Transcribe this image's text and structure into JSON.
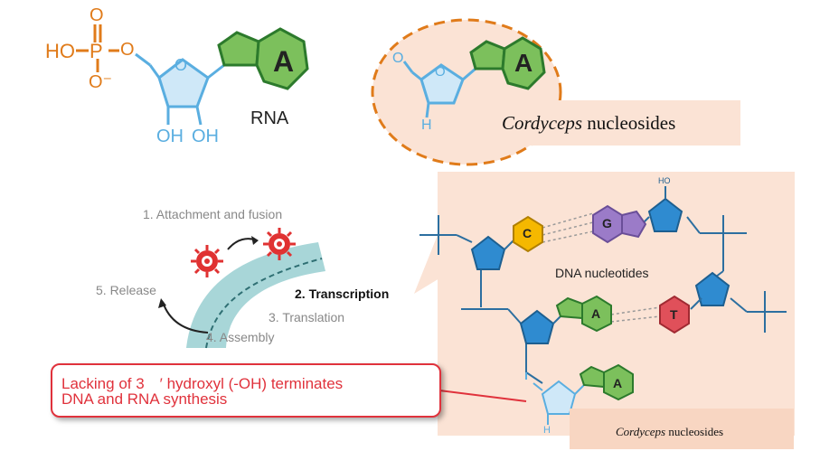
{
  "rna_molecule": {
    "phosphate_ho": "HO",
    "phosphate_p": "P",
    "phosphate_o_top": "O",
    "phosphate_o_bottom": "O⁻",
    "ring_o": "O",
    "base_letter": "A",
    "hydroxyl_left": "OH",
    "hydroxyl_right": "OH",
    "label": "RNA"
  },
  "cordycepin_top": {
    "ring_o": "O",
    "hydrogen": "H",
    "base_letter": "A",
    "label_italic": "Cordyceps",
    "label_rest": " nucleosides"
  },
  "replication_cycle": {
    "step1": "1. Attachment and fusion",
    "step2": "2. Transcription",
    "step3": "3. Translation",
    "step4": "4. Assembly",
    "step5": "5. Release"
  },
  "dna_panel": {
    "title": "DNA nucleotides",
    "bases": [
      "C",
      "G",
      "A",
      "T",
      "A"
    ],
    "ho_label": "HO",
    "hydrogen": "H",
    "label_italic": "Cordyceps",
    "label_rest": " nucleosides"
  },
  "callout": {
    "line1": "Lacking of 3　′ hydroxyl (-OH) terminates",
    "line2": "DNA and RNA synthesis"
  },
  "colors": {
    "phosphate_orange": "#e07b1a",
    "sugar_blue": "#5aaee0",
    "base_green": "#7cc05c",
    "base_green_dark": "#2c7a2c",
    "panel_peach": "#fbe3d5",
    "membrane_teal": "#a8d6d8",
    "virus_red": "#e03232",
    "callout_red": "#e0323c",
    "c_yellow": "#f5b800",
    "g_purple": "#9b7bc8",
    "t_red": "#e0505a",
    "dashed_orange": "#e07b1a"
  }
}
